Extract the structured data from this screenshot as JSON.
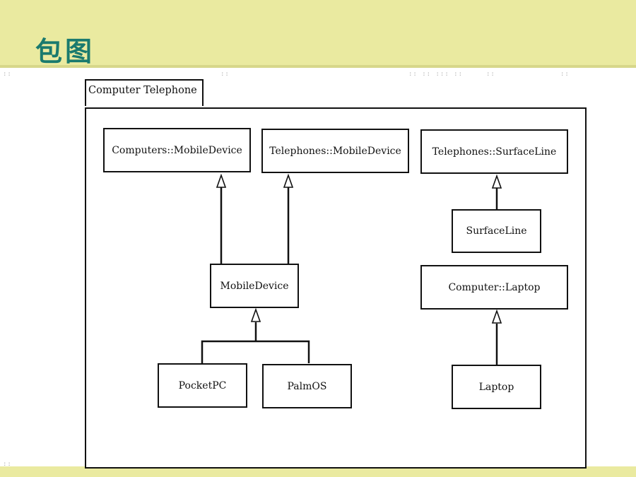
{
  "slide": {
    "title": "包图",
    "colors": {
      "band": "#eaeaa0",
      "title": "#1a7a6e"
    }
  },
  "diagram": {
    "package_name": "Computer Telephone",
    "classes": {
      "computers_mobile_device": "Computers::MobileDevice",
      "telephones_mobile_device": "Telephones::MobileDevice",
      "telephones_surface_line": "Telephones::SurfaceLine",
      "surface_line": "SurfaceLine",
      "mobile_device": "MobileDevice",
      "computer_laptop": "Computer::Laptop",
      "pocket_pc": "PocketPC",
      "palm_os": "PalmOS",
      "laptop": "Laptop"
    }
  }
}
